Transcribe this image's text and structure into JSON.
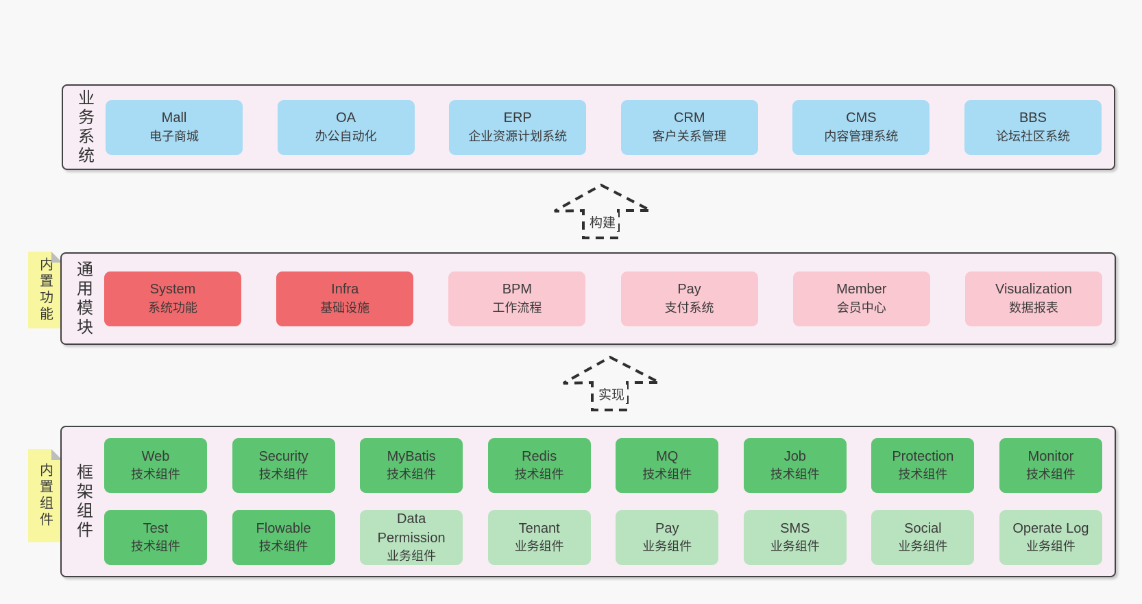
{
  "bands": [
    {
      "label": "业务系统",
      "boxes": [
        {
          "name": "Mall",
          "desc": "电子商城"
        },
        {
          "name": "OA",
          "desc": "办公自动化"
        },
        {
          "name": "ERP",
          "desc": "企业资源计划系统"
        },
        {
          "name": "CRM",
          "desc": "客户关系管理"
        },
        {
          "name": "CMS",
          "desc": "内容管理系统"
        },
        {
          "name": "BBS",
          "desc": "论坛社区系统"
        }
      ]
    },
    {
      "label": "通用模块",
      "note": "内置功能",
      "boxes": [
        {
          "name": "System",
          "desc": "系统功能"
        },
        {
          "name": "Infra",
          "desc": "基础设施"
        },
        {
          "name": "BPM",
          "desc": "工作流程"
        },
        {
          "name": "Pay",
          "desc": "支付系统"
        },
        {
          "name": "Member",
          "desc": "会员中心"
        },
        {
          "name": "Visualization",
          "desc": "数据报表"
        }
      ]
    },
    {
      "label": "框架组件",
      "note": "内置组件",
      "row1": [
        {
          "name": "Web",
          "desc": "技术组件"
        },
        {
          "name": "Security",
          "desc": "技术组件"
        },
        {
          "name": "MyBatis",
          "desc": "技术组件"
        },
        {
          "name": "Redis",
          "desc": "技术组件"
        },
        {
          "name": "MQ",
          "desc": "技术组件"
        },
        {
          "name": "Job",
          "desc": "技术组件"
        },
        {
          "name": "Protection",
          "desc": "技术组件"
        },
        {
          "name": "Monitor",
          "desc": "技术组件"
        }
      ],
      "row2": [
        {
          "name": "Test",
          "desc": "技术组件"
        },
        {
          "name": "Flowable",
          "desc": "技术组件"
        },
        {
          "name": "Data Permission",
          "desc": "业务组件"
        },
        {
          "name": "Tenant",
          "desc": "业务组件"
        },
        {
          "name": "Pay",
          "desc": "业务组件"
        },
        {
          "name": "SMS",
          "desc": "业务组件"
        },
        {
          "name": "Social",
          "desc": "业务组件"
        },
        {
          "name": "Operate Log",
          "desc": "业务组件"
        }
      ]
    }
  ],
  "arrows": [
    {
      "label": "构建"
    },
    {
      "label": "实现"
    }
  ],
  "colors": {
    "page_bg": "#f8f8f8",
    "band_bg": "#f8edf5",
    "band_border": "#434343",
    "blue_box": "#a8dbf4",
    "red_box": "#f0696c",
    "pink_box": "#fac8d1",
    "green_box": "#5dc471",
    "light_green_box": "#b9e3bf",
    "note_yellow": "#f8f7a0",
    "note_fold_gray": "#bdbdbd",
    "text": "#3a3a3a"
  }
}
